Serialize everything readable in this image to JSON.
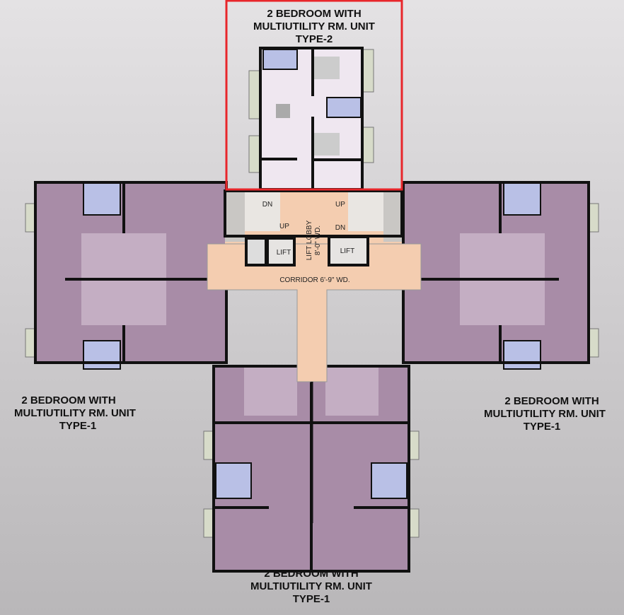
{
  "units": {
    "top": {
      "line1": "2 BEDROOM WITH",
      "line2": "MULTIUTILITY RM. UNIT",
      "line3": "TYPE-2"
    },
    "left": {
      "line1": "2 BEDROOM WITH",
      "line2": "MULTIUTILITY RM. UNIT",
      "line3": "TYPE-1"
    },
    "right": {
      "line1": "2 BEDROOM WITH",
      "line2": "MULTIUTILITY RM. UNIT",
      "line3": "TYPE-1"
    },
    "bottom": {
      "line1": "2 BEDROOM WITH",
      "line2": "MULTIUTILITY RM. UNIT",
      "line3": "TYPE-1"
    }
  },
  "core": {
    "lift_left": "LIFT",
    "lift_right": "LIFT",
    "lift_lobby_line1": "LIFT LOBBY",
    "lift_lobby_line2": "8'-0\" WD.",
    "corridor": "CORRIDOR 6'-9\" WD.",
    "stair_left_top": "DN",
    "stair_left_bottom": "UP",
    "stair_right_top": "UP",
    "stair_right_bottom": "DN"
  },
  "colors": {
    "highlight": "#e8262b",
    "unit_fill": "#a88ca7",
    "type2_fill": "#efe7f0",
    "corridor": "#f4cdb0"
  }
}
